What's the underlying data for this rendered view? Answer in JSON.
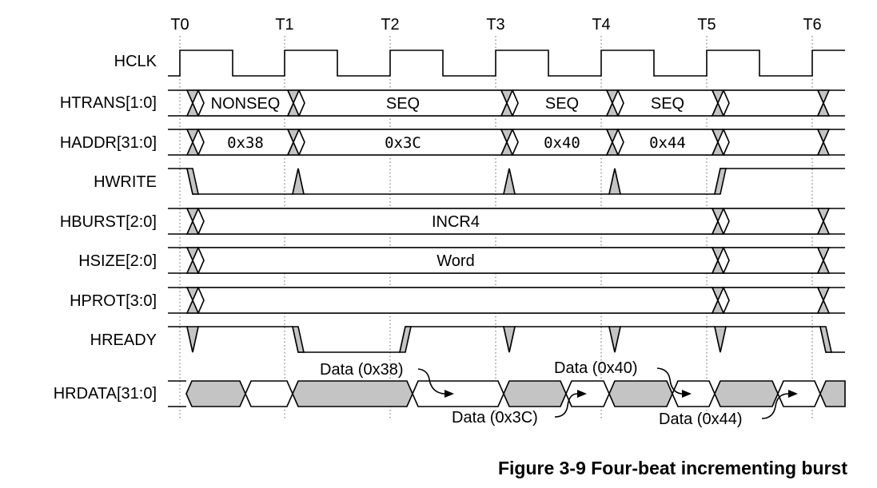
{
  "time_markers": [
    "T0",
    "T1",
    "T2",
    "T3",
    "T4",
    "T5",
    "T6"
  ],
  "signals": {
    "hclk": "HCLK",
    "htrans": "HTRANS[1:0]",
    "haddr": "HADDR[31:0]",
    "hwrite": "HWRITE",
    "hburst": "HBURST[2:0]",
    "hsize": "HSIZE[2:0]",
    "hprot": "HPROT[3:0]",
    "hready": "HREADY",
    "hrdata": "HRDATA[31:0]"
  },
  "htrans_values": [
    "NONSEQ",
    "SEQ",
    "SEQ",
    "SEQ"
  ],
  "haddr_values": [
    "0x38",
    "0x3C",
    "0x40",
    "0x44"
  ],
  "hburst_value": "INCR4",
  "hsize_value": "Word",
  "data_annotations": [
    "Data (0x38)",
    "Data (0x3C)",
    "Data (0x40)",
    "Data (0x44)"
  ],
  "caption": "Figure 3-9 Four-beat incrementing burst",
  "colors": {
    "gray_fill": "#c4c4c4",
    "line": "#000000"
  }
}
